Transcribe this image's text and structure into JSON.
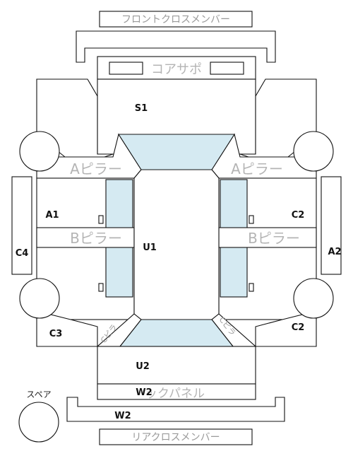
{
  "labels": {
    "front_cross_member": "フロントクロスメンバー",
    "core_support": "コアサポ",
    "a_pillar_left": "Aピラー",
    "a_pillar_right": "Aピラー",
    "b_pillar_left": "Bピラー",
    "b_pillar_right": "Bピラー",
    "c_pillar_left": "Cピラ",
    "c_pillar_right": "Cピラ",
    "back_panel": "ックパネル",
    "spare": "スペア",
    "rear_cross_member": "リアクロスメンバー"
  },
  "codes": {
    "s1": "S1",
    "u1": "U1",
    "u2": "U2",
    "a1": "A1",
    "a2": "A2",
    "c2_upper": "C2",
    "c2_lower": "C2",
    "c3": "C3",
    "c4": "C4",
    "w2_back": "W2",
    "w2_rear": "W2"
  },
  "colors": {
    "line": "#111111",
    "glass": "#d5eaf2",
    "label_gray": "#9a9a9a"
  }
}
